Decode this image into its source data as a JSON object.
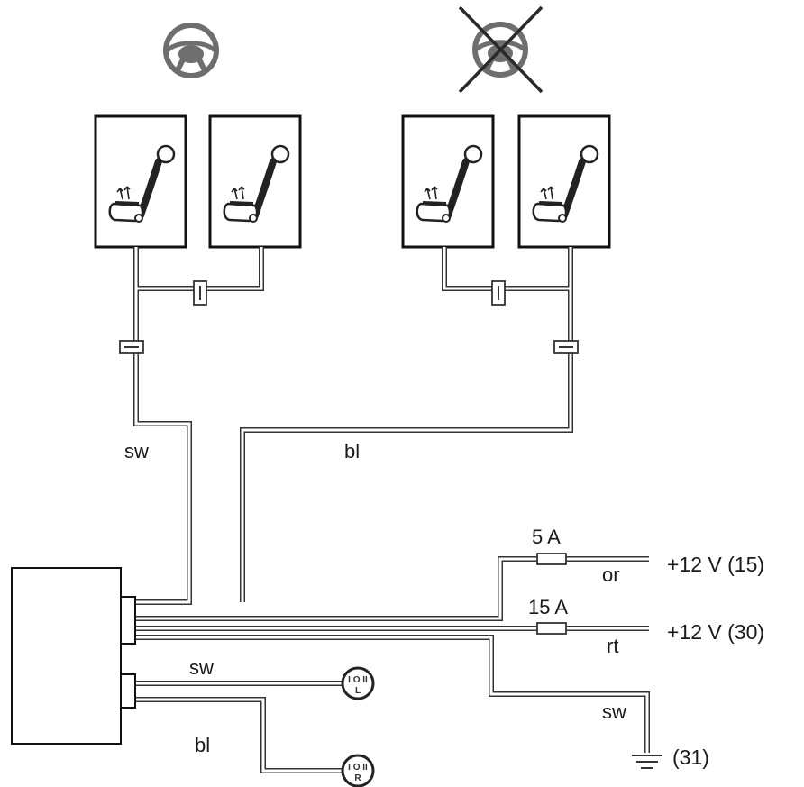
{
  "wires": {
    "black_top": "sw",
    "blue_top": "bl",
    "black_switch": "sw",
    "blue_switch": "bl",
    "black_ground": "sw",
    "orange": "or",
    "red": "rt"
  },
  "fuses": {
    "small": "5 A",
    "large": "15 A"
  },
  "power": {
    "ignition": "+12 V (15)",
    "battery": "+12 V (30)",
    "ground": "(31)"
  },
  "switches": {
    "left": {
      "positions": "I O II",
      "side": "L"
    },
    "right": {
      "positions": "I O II",
      "side": "R"
    }
  },
  "icons": {
    "driver": "steering-wheel-icon",
    "passenger": "steering-wheel-crossed-icon",
    "seat": "heated-seat-icon"
  },
  "colors": {
    "line": "#333333",
    "wheel": "#6e6e6e",
    "cross": "#2a2a2a"
  }
}
